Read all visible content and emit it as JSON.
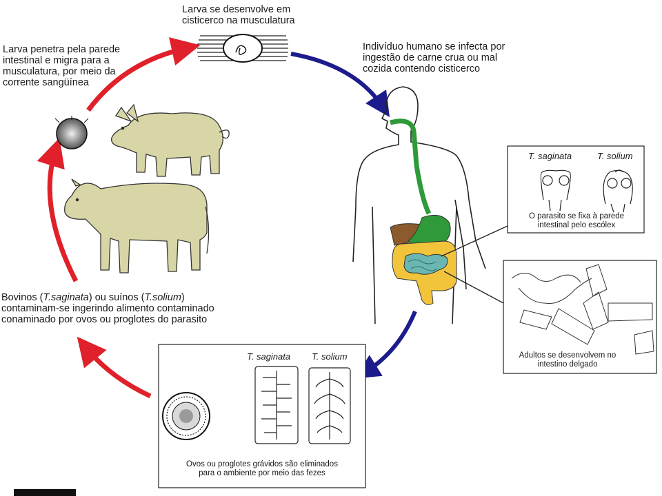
{
  "labels": {
    "larva_cisticerco": "Larva se desenvolve em\ncisticerco na musculatura",
    "larva_penetra": "Larva penetra pela parede\nintestinal e migra para a\nmusculatura, por meio da\ncorrente sangüínea",
    "individuo": "Indivíduo humano se infecta por\ningestão de carne crua ou mal\ncozida contendo cisticerco",
    "bovinos": {
      "p1": "Bovinos (",
      "i1": "T.saginata",
      "p2": ") ou suínos (",
      "i2": "T.solium",
      "p3": ")\ncontaminam-se ingerindo alimento contaminado\nconaminado por ovos ou proglotes do parasito"
    }
  },
  "scolex_box": {
    "species": [
      "T. saginata",
      "T. solium"
    ],
    "caption": "O parasito se fixa à parede\nintestinal pelo escólex"
  },
  "adults_box": {
    "caption": "Adultos se desenvolvem no\nintestino delgado"
  },
  "eggs_box": {
    "species": [
      "T. saginata",
      "T. solium"
    ],
    "caption": "Ovos ou proglotes grávidos são eliminados\npara o ambiente por meio das fezes"
  },
  "colors": {
    "red_arrow": "#e0202a",
    "blue_arrow": "#1c1c8c",
    "animal_fill": "#d8d6a6",
    "stomach": "#2f9a3a",
    "liver": "#8c5a2c",
    "large_intestine": "#f2c43c",
    "small_intestine": "#6bb6b0"
  }
}
